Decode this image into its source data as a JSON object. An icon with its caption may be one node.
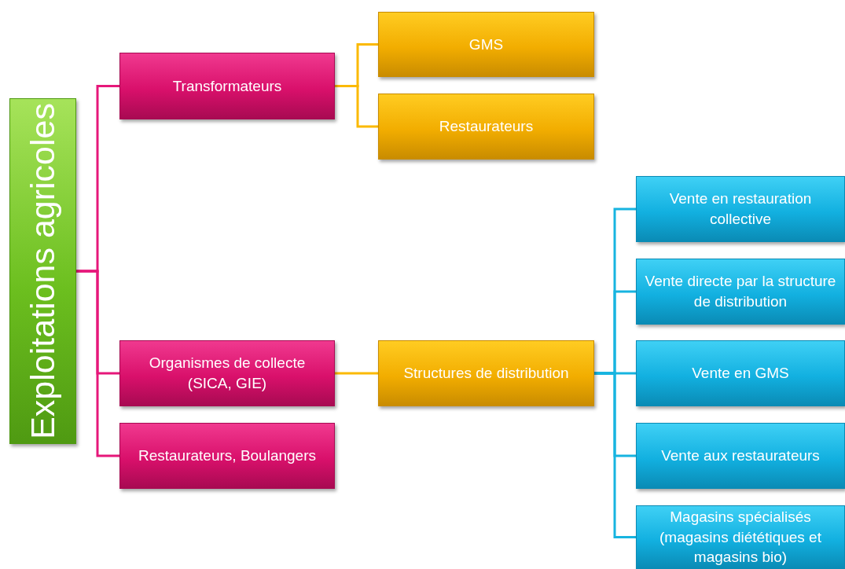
{
  "diagram": {
    "nodes": [
      {
        "text": [
          "Exploitations agricoles"
        ]
      },
      {
        "text": [
          "Transformateurs"
        ]
      },
      {
        "text": [
          "Organismes de collecte (SICA, GIE)"
        ]
      },
      {
        "text": [
          "Restaurateurs, Boulangers"
        ]
      },
      {
        "text": [
          "GMS"
        ]
      },
      {
        "text": [
          "Restaurateurs"
        ]
      },
      {
        "text": [
          "Structures de distribution"
        ]
      },
      {
        "text": [
          "Vente en restauration collective"
        ]
      },
      {
        "text": [
          "Vente directe par la structure de distribution"
        ]
      },
      {
        "text": [
          "Vente en GMS"
        ]
      },
      {
        "text": [
          "Vente aux restaurateurs"
        ]
      },
      {
        "text": [
          "Magasins spécialisés (magasins diététiques et magasins bio)"
        ]
      }
    ],
    "edges": [
      {
        "from": 0,
        "to": 1,
        "arrow": "none",
        "color": "#e6177a"
      },
      {
        "from": 0,
        "to": 2,
        "arrow": "none",
        "color": "#e6177a"
      },
      {
        "from": 0,
        "to": 3,
        "arrow": "none",
        "color": "#e6177a"
      },
      {
        "from": 1,
        "to": 4,
        "arrow": "none",
        "color": "#fbb900"
      },
      {
        "from": 1,
        "to": 5,
        "arrow": "none",
        "color": "#fbb900"
      },
      {
        "from": 2,
        "to": 6,
        "arrow": "none",
        "color": "#fbb900"
      },
      {
        "from": 6,
        "to": 7,
        "arrow": "none"
      },
      {
        "from": 6,
        "to": 8,
        "arrow": "none"
      },
      {
        "from": 6,
        "to": 9,
        "arrow": "none"
      },
      {
        "from": 6,
        "to": 10,
        "arrow": "none"
      },
      {
        "from": 6,
        "to": 11,
        "arrow": "none"
      }
    ]
  }
}
